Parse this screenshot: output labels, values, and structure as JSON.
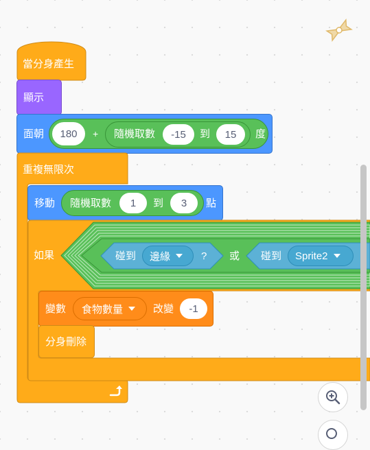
{
  "hat": {
    "label": "當分身產生"
  },
  "show": {
    "label": "顯示"
  },
  "point_dir": {
    "prefix": "面朝",
    "base": "180",
    "plus": "+",
    "rand_label": "隨機取數",
    "from": "-15",
    "to_label": "到",
    "to": "15",
    "suffix": "度"
  },
  "forever": {
    "label": "重複無限次"
  },
  "move": {
    "label": "移動",
    "rand_label": "隨機取數",
    "from": "1",
    "to_label": "到",
    "to": "3",
    "suffix": "點"
  },
  "if_block": {
    "label": "如果",
    "cond1_prefix": "碰到",
    "cond1_target": "邊緣",
    "cond1_q": "?",
    "or_label": "或",
    "cond2_prefix": "碰到",
    "cond2_target": "Sprite2"
  },
  "change_var": {
    "label": "變數",
    "var_name": "食物數量",
    "action": "改變",
    "value": "-1"
  },
  "delete_clone": {
    "label": "分身刪除"
  },
  "colors": {
    "events": "#ffab19",
    "looks": "#9966ff",
    "motion": "#4c97ff",
    "control": "#ffab19",
    "operators": "#59c059",
    "sensing": "#5cb1d6",
    "variables": "#ff8c1a"
  }
}
